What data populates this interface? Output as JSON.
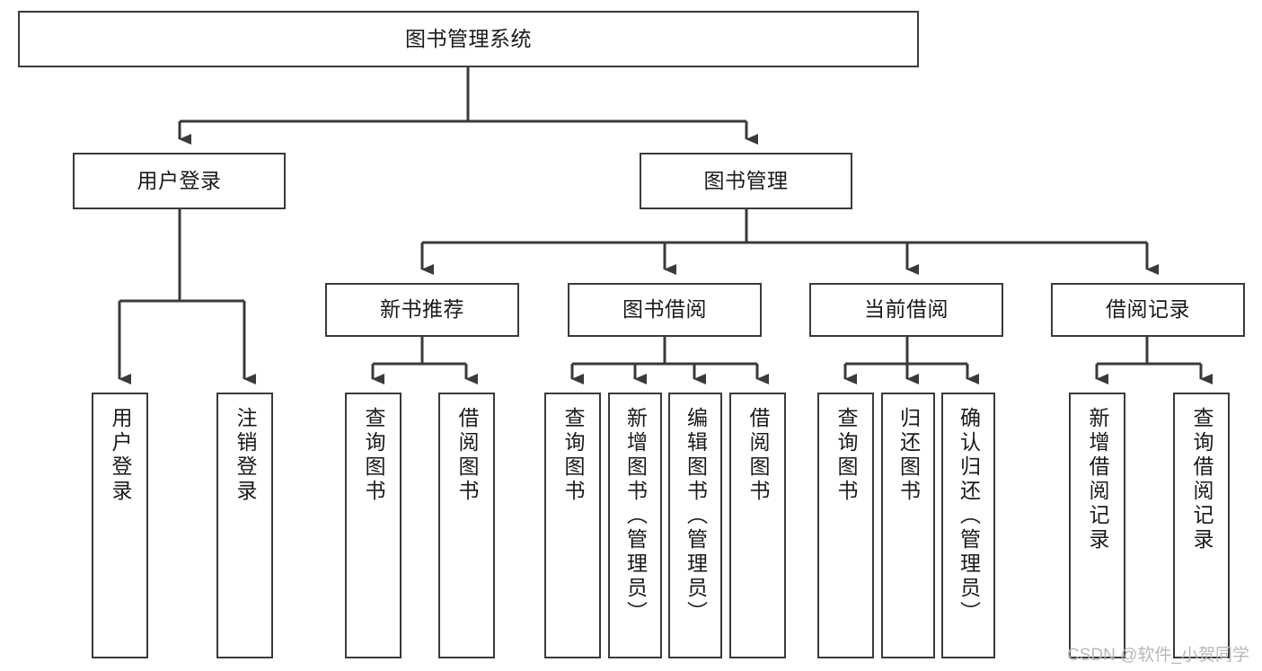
{
  "diagram": {
    "title": "图书管理系统",
    "type": "tree-hierarchy-chart",
    "orientation": "top-down",
    "colors": {
      "stroke": "#3a3a3a",
      "fill": "#ffffff",
      "text": "#1a1a1a",
      "watermark": "#b8b8b8"
    },
    "nodes": {
      "root": {
        "label": "图书管理系统"
      },
      "level2": [
        {
          "id": "user-login",
          "label": "用户登录"
        },
        {
          "id": "book-manage",
          "label": "图书管理"
        }
      ],
      "level3": [
        {
          "id": "new-book-recommend",
          "label": "新书推荐"
        },
        {
          "id": "book-borrow",
          "label": "图书借阅"
        },
        {
          "id": "current-borrow",
          "label": "当前借阅"
        },
        {
          "id": "borrow-record",
          "label": "借阅记录"
        }
      ],
      "leaves": {
        "user-login": [
          {
            "id": "leaf-user-login",
            "label": "用户登录"
          },
          {
            "id": "leaf-logout-login",
            "label": "注销登录"
          }
        ],
        "new-book-recommend": [
          {
            "id": "leaf-query-book-1",
            "label": "查询图书"
          },
          {
            "id": "leaf-borrow-book-1",
            "label": "借阅图书"
          }
        ],
        "book-borrow": [
          {
            "id": "leaf-query-book-2",
            "label": "查询图书"
          },
          {
            "id": "leaf-add-book-admin",
            "label": "新增图书（管理员）"
          },
          {
            "id": "leaf-edit-book-admin",
            "label": "编辑图书（管理员）"
          },
          {
            "id": "leaf-borrow-book-2",
            "label": "借阅图书"
          }
        ],
        "current-borrow": [
          {
            "id": "leaf-query-book-3",
            "label": "查询图书"
          },
          {
            "id": "leaf-return-book",
            "label": "归还图书"
          },
          {
            "id": "leaf-confirm-return-admin",
            "label": "确认归还（管理员）"
          }
        ],
        "borrow-record": [
          {
            "id": "leaf-add-borrow-record",
            "label": "新增借阅记录"
          },
          {
            "id": "leaf-query-borrow-record",
            "label": "查询借阅记录"
          }
        ]
      }
    },
    "watermark": "CSDN @软件_小贺同学"
  }
}
